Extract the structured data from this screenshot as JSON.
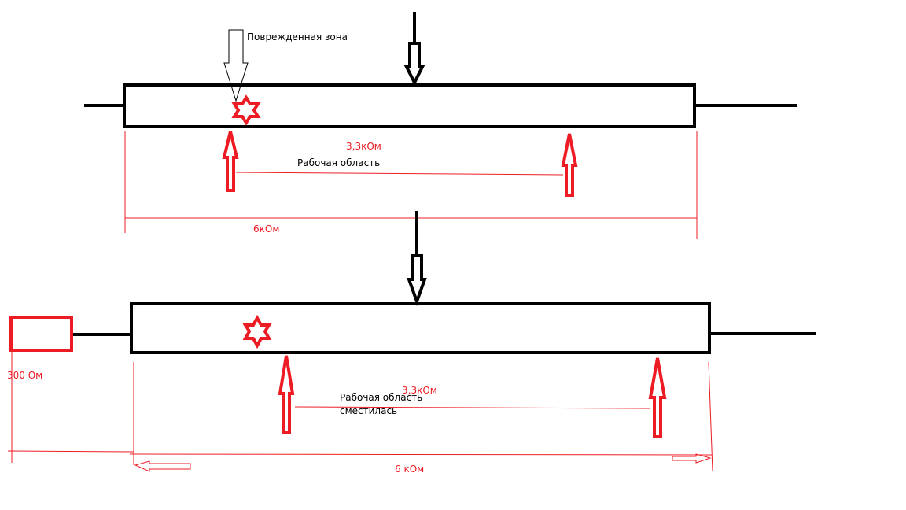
{
  "colors": {
    "accent": "#ed1c24",
    "line": "#000000"
  },
  "top": {
    "damaged_zone_label": "Поврежденная зона",
    "resistance_label": "3,3кОм",
    "working_area_label": "Рабочая область",
    "total_label": "6кОм"
  },
  "bottom": {
    "resistor_label": "300 Ом",
    "resistance_label": "3,3кОм",
    "working_area_label_line1": "Рабочая область",
    "working_area_label_line2": "сместилась",
    "total_label": "6 кОм"
  }
}
